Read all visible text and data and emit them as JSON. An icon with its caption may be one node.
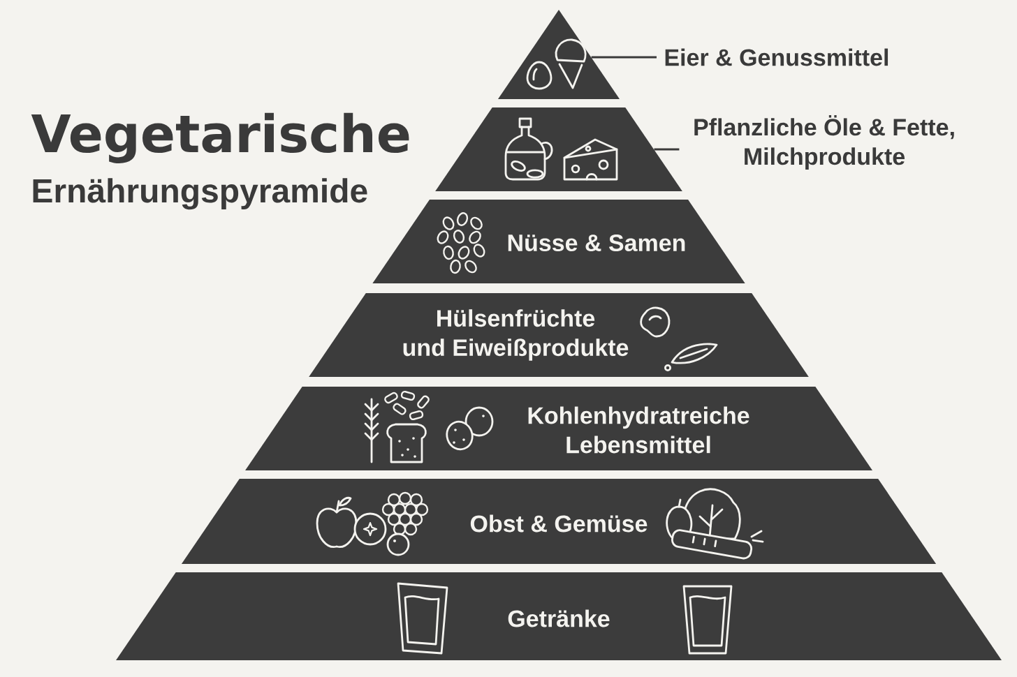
{
  "diagram": {
    "title": "Vegetarische",
    "nodes": [
      {
        "text": [],
        "shape": "triangle"
      },
      {
        "text": [
          "Eier & Genussmittel"
        ]
      },
      {
        "text": [],
        "shape": "trapezoid"
      },
      {
        "text": [
          "Pflanzliche Öle & Fette, Milchprodukte"
        ]
      },
      {
        "text": [
          "Nüsse & Samen"
        ]
      },
      {
        "text": [
          "Hülsenfrüchte und Eiweißprodukte"
        ]
      },
      {
        "text": [
          "Kohlenhydratreiche Lebensmittel"
        ]
      },
      {
        "text": [
          "Obst & Gemüse"
        ]
      },
      {
        "text": [
          "Getränke"
        ]
      }
    ],
    "edges": [
      {
        "from": 1,
        "to": 0,
        "arrow": "none"
      },
      {
        "from": 3,
        "to": 2,
        "arrow": "none"
      }
    ],
    "labels": [
      "Ernährungspyramide"
    ]
  }
}
